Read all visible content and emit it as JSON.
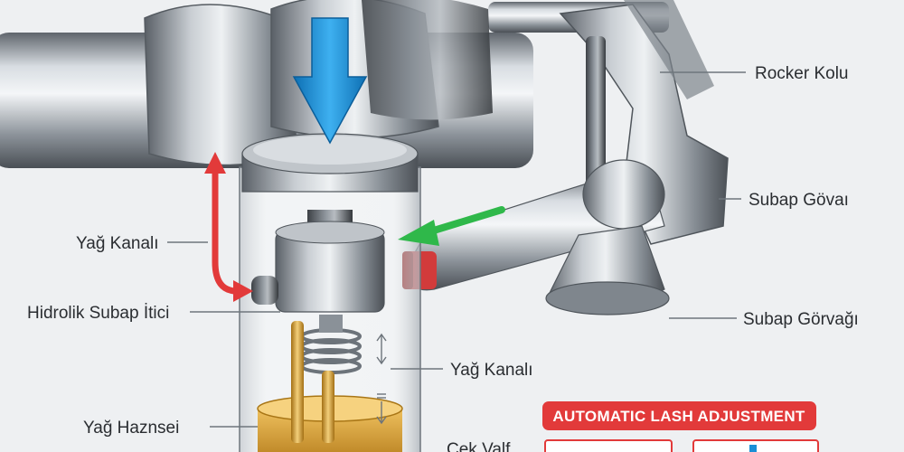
{
  "labels": {
    "rocker_arm": "Rocker Kolu",
    "valve_stem": "Subap Gövaı",
    "oil_channel_left": "Yağ Kanalı",
    "hydraulic_lifter": "Hidrolik Subap İtici",
    "valve_head": "Subap Görvağı",
    "oil_channel_right": "Yağ Kanalı",
    "oil_reservoir": "Yağ Haznsei",
    "check_valve_partial": "Çek Valf"
  },
  "badge": {
    "title": "AUTOMATIC LASH ADJUSTMENT"
  },
  "colors": {
    "background": "#eef0f2",
    "steel": "#9aa1a9",
    "arrow_blue": "#1a8fd6",
    "arrow_red": "#e23a3a",
    "arrow_green": "#2fb84a",
    "oil": "#d9a53b",
    "badge_red": "#e23a3a"
  }
}
